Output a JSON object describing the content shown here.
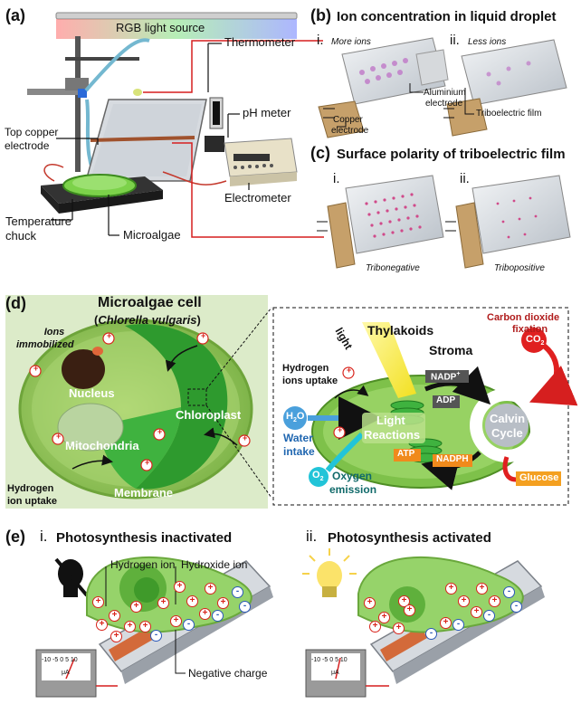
{
  "panel_a": {
    "letter": "(a)",
    "light_source": "RGB light source",
    "thermometer": "Thermometer",
    "ph_meter": "pH meter",
    "top_copper_1": "Top copper",
    "top_copper_2": "electrode",
    "electrometer": "Electrometer",
    "temperature_1": "Temperature",
    "temperature_2": "chuck",
    "microalgae": "Microalgae"
  },
  "panel_b": {
    "letter": "(b)",
    "title": "Ion concentration in liquid droplet",
    "i": "i.",
    "ii": "ii.",
    "more_ions": "More ions",
    "less_ions": "Less ions",
    "aluminium_1": "Aluminium",
    "aluminium_2": "electrode",
    "copper_1": "Copper",
    "copper_2": "electrode",
    "triboelectric_film": "Triboelectric film"
  },
  "panel_c": {
    "letter": "(c)",
    "title": "Surface polarity of triboelectric film",
    "i": "i.",
    "ii": "ii.",
    "tribonegative": "Tribonegative",
    "tribopositive": "Tribopositive"
  },
  "panel_d": {
    "letter": "(d)",
    "cell_title": "Microalgae cell",
    "species_open": "(",
    "species": "Chlorella vulgaris",
    "species_close": ")",
    "ions_1": "Ions",
    "ions_2": "immobilized",
    "nucleus": "Nucleus",
    "chloroplast": "Chloroplast",
    "mitochondria": "Mitochondria",
    "membrane": "Membrane",
    "hydrogen_uptake_1": "Hydrogen",
    "hydrogen_uptake_2": "ion uptake",
    "light": "light",
    "thylakoids": "Thylakoids",
    "stroma": "Stroma",
    "co2_fix_1": "Carbon dioxide",
    "co2_fix_2": "fixation",
    "co2": "CO",
    "co2_sub": "2",
    "h_ions_uptake_1": "Hydrogen",
    "h_ions_uptake_2": "ions uptake",
    "nadp": "NADP",
    "nadp_sup": "+",
    "adp": "ADP",
    "atp": "ATP",
    "nadph": "NADPH",
    "light_reactions_1": "Light",
    "light_reactions_2": "Reactions",
    "calvin_1": "Calvin",
    "calvin_2": "Cycle",
    "h2o": "H",
    "h2o_sub": "2",
    "h2o_end": "O",
    "water_1": "Water",
    "water_2": "intake",
    "o2": "O",
    "o2_sub": "2",
    "oxygen_1": "Oxygen",
    "oxygen_2": "emission",
    "glucose": "Glucose",
    "plus": "+"
  },
  "panel_e": {
    "letter": "(e)",
    "i_num": "i.",
    "i_title": "Photosynthesis inactivated",
    "ii_num": "ii.",
    "ii_title": "Photosynthesis activated",
    "hydrogen_ion": "Hydrogen ion",
    "hydroxide_ion": "Hydroxide ion",
    "negative_charge": "Negative charge",
    "plus": "+",
    "minus": "-",
    "meter_unit": "μA",
    "meter_scale": "-10  -5   0   5   10"
  },
  "colors": {
    "cell_green": "#7fc24a",
    "chloroplast_green": "#2e9a2e",
    "panel_d_bg": "#dcebc9",
    "ion_red": "#d9241c",
    "ion_blue": "#2a58b8",
    "co2_red": "#e02020",
    "h2o_blue": "#4aa0dc",
    "glucose_orange": "#f4a020",
    "nadph_orange": "#f08a1c"
  }
}
